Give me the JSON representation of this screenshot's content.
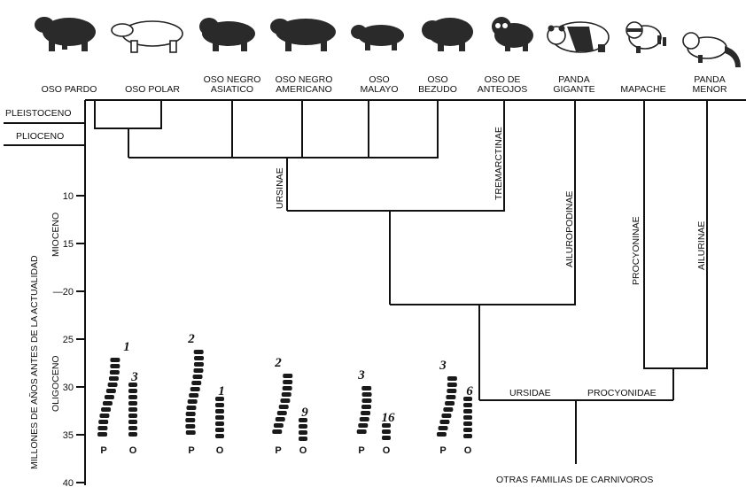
{
  "species": [
    {
      "label_lines": [
        "OSO PARDO"
      ],
      "icon": "brown-bear"
    },
    {
      "label_lines": [
        "OSO POLAR"
      ],
      "icon": "polar-bear"
    },
    {
      "label_lines": [
        "OSO NEGRO",
        "ASIATICO"
      ],
      "icon": "asian-black-bear"
    },
    {
      "label_lines": [
        "OSO NEGRO",
        "AMERICANO"
      ],
      "icon": "american-black-bear"
    },
    {
      "label_lines": [
        "OSO",
        "MALAYO"
      ],
      "icon": "sun-bear"
    },
    {
      "label_lines": [
        "OSO",
        "BEZUDO"
      ],
      "icon": "sloth-bear"
    },
    {
      "label_lines": [
        "OSO DE",
        "ANTEOJOS"
      ],
      "icon": "spectacled-bear"
    },
    {
      "label_lines": [
        "PANDA",
        "GIGANTE"
      ],
      "icon": "giant-panda"
    },
    {
      "label_lines": [
        "MAPACHE"
      ],
      "icon": "raccoon"
    },
    {
      "label_lines": [
        "PANDA",
        "MENOR"
      ],
      "icon": "red-panda"
    }
  ],
  "axis": {
    "title": "MILLONES DE AÑOS ANTES DE LA ACTUALIDAD",
    "ticks": [
      "10",
      "15",
      "—20",
      "25",
      "30",
      "35",
      "40"
    ],
    "periods": [
      "PLEISTOCENO",
      "PLIOCENO",
      "MIOCENO",
      "OLIGOCENO"
    ]
  },
  "clades": [
    "URSINAE",
    "TREMARCTINAE",
    "AILUROPODINAE",
    "PROCYONINAE",
    "AILURINAE"
  ],
  "families": {
    "ursidae": "URSIDAE",
    "procyonidae": "PROCYONIDAE"
  },
  "root_label": "OTRAS FAMILIAS DE CARNIVOROS",
  "chromosome_pairs": [
    {
      "p": "1",
      "o": "3"
    },
    {
      "p": "2",
      "o": "1"
    },
    {
      "p": "2",
      "o": "9"
    },
    {
      "p": "3",
      "o": "16"
    },
    {
      "p": "3",
      "o": "6"
    }
  ],
  "chromosome_axis": {
    "p_label": "P",
    "o_label": "O"
  }
}
